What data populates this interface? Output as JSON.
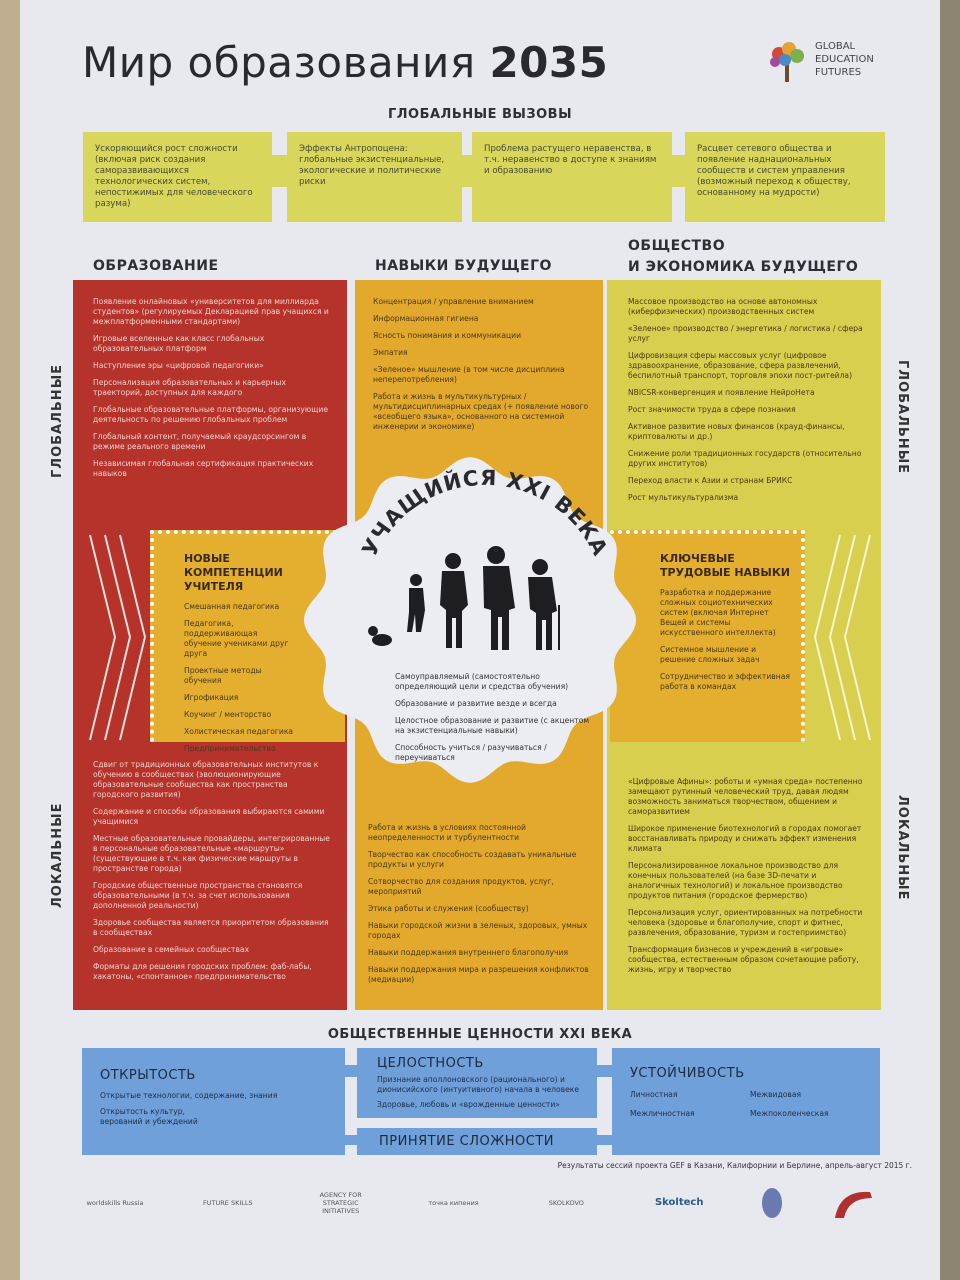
{
  "header": {
    "title": "Мир образования",
    "year": "2035",
    "logo_lines": [
      "GLOBAL",
      "EDUCATION",
      "FUTURES"
    ]
  },
  "challenges": {
    "heading": "ГЛОБАЛЬНЫЕ ВЫЗОВЫ",
    "items": [
      "Ускоряющийся рост сложности (включая риск создания саморазвивающихся технологических систем, непостижимых для человеческого разума)",
      "Эффекты Антропоцена: глобальные экзистенциальные, экологические и политические риски",
      "Проблема растущего неравенства, в т.ч. неравенство в доступе к знаниям и образованию",
      "Расцвет сетевого общества и появление наднациональных сообществ и систем управления (возможный переход к обществу, основанному на мудрости)"
    ]
  },
  "side_labels": {
    "global": "ГЛОБАЛЬНЫЕ",
    "local": "ЛОКАЛЬНЫЕ"
  },
  "education": {
    "heading": "ОБРАЗОВАНИЕ",
    "global": [
      "Появление онлайновых «университетов для миллиарда студентов» (регулируемых Декларацией прав учащихся и межплатформенными стандартами)",
      "Игровые вселенные как класс глобальных образовательных платформ",
      "Наступление эры «цифровой педагогики»",
      "Персонализация образовательных и карьерных траекторий, доступных для каждого",
      "Глобальные образовательные платформы, организующие деятельность по решению глобальных проблем",
      "Глобальный контент, получаемый краудсорсингом в режиме реального времени",
      "Независимая глобальная сертификация практических навыков"
    ],
    "local": [
      "Сдвиг от традиционных образовательных институтов к обучению в сообществах (эволюционирующие образовательные сообщества как пространства городского развития)",
      "Содержание и способы образования выбираются самими учащимися",
      "Местные образовательные провайдеры, интегрированные в персональные образовательные «маршруты» (существующие в т.ч. как физические маршруты в пространстве города)",
      "Городские общественные пространства становятся образовательными (в т.ч. за счет использования дополненной реальности)",
      "Здоровье сообщества является приоритетом образования в сообществах",
      "Образование в семейных сообществах",
      "Форматы для решения городских проблем: фаб-лабы, хакатоны, «спонтанное» предпринимательство"
    ]
  },
  "skills": {
    "heading": "НАВЫКИ БУДУЩЕГО",
    "global": [
      "Концентрация / управление вниманием",
      "Информационная гигиена",
      "Ясность понимания и коммуникации",
      "Эмпатия",
      "«Зеленое» мышление (в том числе дисциплина неперепотребления)",
      "Работа и жизнь в мультикультурных / мультидисциплинарных средах (+ появление нового «всеобщего языка», основанного на системной инженерии и экономике)"
    ],
    "local": [
      "Работа и жизнь в условиях постоянной неопределенности и турбулентности",
      "Творчество как способность создавать уникальные продукты и услуги",
      "Сотворчество для создания продуктов, услуг, мероприятий",
      "Этика работы и служения (сообществу)",
      "Навыки городской жизни в зеленых, здоровых, умных городах",
      "Навыки поддержания внутреннего благополучия",
      "Навыки поддержания мира и  разрешения конфликтов (медиации)"
    ]
  },
  "society": {
    "heading_line1": "ОБЩЕСТВО",
    "heading_line2": "И ЭКОНОМИКА БУДУЩЕГО",
    "global": [
      "Массовое производство на основе автономных (киберфизических) производственных систем",
      "«Зеленое» производство / энергетика / логистика / сфера услуг",
      "Цифровизация сферы массовых услуг (цифровое здравоохранение, образование, сфера развлечений, беспилотный транспорт, торговля эпохи пост-ритейла)",
      "NBICSR-конвергенция и появление НейроНета",
      "Рост значимости труда в сфере познания",
      "Активное развитие новых финансов (крауд-финансы, криптовалюты и др.)",
      "Снижение роли традиционных государств (относительно других институтов)",
      "Переход власти к Азии и странам БРИКС",
      "Рост мультикультурализма"
    ],
    "local": [
      "«Цифровые Афины»: роботы и «умная среда» постепенно замещают рутинный человеческий труд, давая людям возможность заниматься творчеством, общением и саморазвитием",
      "Широкое применение биотехнологий в городах помогает восстанавливать природу и снижать эффект изменения климата",
      "Персонализированное локальное производство для конечных пользователей (на базе 3D-печати и аналогичных технологий) и локальное производство продуктов питания (городское фермерство)",
      "Персонализация услуг, ориентированных на потребности человека (здоровье и благополучие, спорт и фитнес, развлечения, образование, туризм и гостеприимство)",
      "Трансформация бизнесов и учреждений в «игровые» сообщества, естественным образом сочетающие работу, жизнь, игру и творчество"
    ]
  },
  "teacher": {
    "heading": "НОВЫЕ КОМПЕТЕНЦИИ УЧИТЕЛЯ",
    "items": [
      "Смешанная педагогика",
      "Педагогика, поддерживающая обучение учениками друг друга",
      "Проектные методы обучения",
      "Игрофикация",
      "Коучинг / менторство",
      "Холистическая педагогика",
      "Предпринимательство"
    ]
  },
  "work": {
    "heading": "КЛЮЧЕВЫЕ ТРУДОВЫЕ НАВЫКИ",
    "items": [
      "Разработка и поддержание сложных социотехнических систем (включая Интернет Вещей и системы искусственного интеллекта)",
      "Системное мышление и решение сложных задач",
      "Сотрудничество и эффективная работа в командах"
    ]
  },
  "learner": {
    "heading": "УЧАЩИЙСЯ XXI ВЕКА",
    "items": [
      "Самоуправляемый (самостоятельно определяющий цели и средства обучения)",
      "Образование и развитие везде и всегда",
      "Целостное образование и развитие (с акцентом на экзистенциальные навыки)",
      "Способность учиться / разучиваться / переучиваться"
    ]
  },
  "values": {
    "heading": "ОБЩЕСТВЕННЫЕ ЦЕННОСТИ XXI ВЕКА",
    "openness": {
      "title": "ОТКРЫТОСТЬ",
      "items": [
        "Открытые технологии, содержание, знания",
        "Открытость культур, верований и убеждений"
      ]
    },
    "integrity": {
      "title": "ЦЕЛОСТНОСТЬ",
      "items": [
        "Признание аполлоновского (рационального) и дионисийского (интуитивного) начала в человеке",
        "Здоровье, любовь и «врожденные ценности»"
      ]
    },
    "complexity": {
      "title": "ПРИНЯТИЕ СЛОЖНОСТИ"
    },
    "sustainability": {
      "title": "УСТОЙЧИВОСТЬ",
      "items": [
        "Личностная",
        "Межвидовая",
        "Межличностная",
        "Межпоколенческая"
      ]
    }
  },
  "footer": {
    "note": "Результаты сессий проекта GEF в Казани, Калифорнии и Берлине, апрель-август 2015 г.",
    "partners": [
      "worldskills Russia",
      "FUTURE SKILLS",
      "AGENCY FOR STRATEGIC INITIATIVES",
      "точка кипения",
      "SKOLKOVO",
      "Skoltech"
    ]
  },
  "colors": {
    "red": "#b6332b",
    "orange": "#e2a92c",
    "yellow": "#d8cf4f",
    "blue": "#6fa0da",
    "challenge": "#d9d65c"
  }
}
